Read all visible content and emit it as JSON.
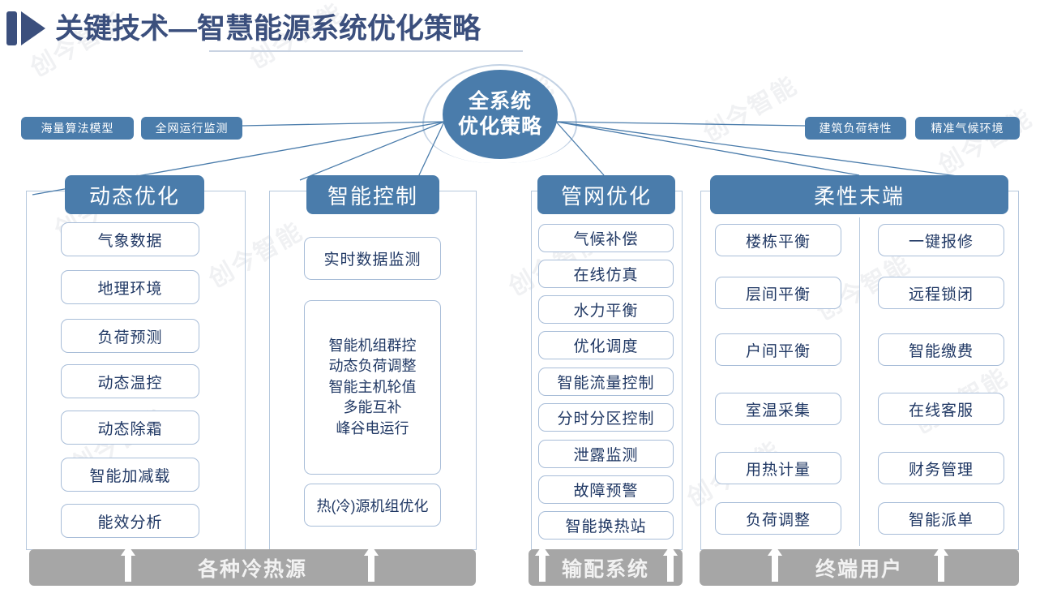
{
  "header": {
    "title": "关键技术—智慧能源系统优化策略",
    "icon": "play-bar-icon",
    "accent_color": "#3b4f7d"
  },
  "theme": {
    "blue": "#4a7cab",
    "navy_text": "#203864",
    "item_border": "#a8bdd8",
    "frame_border": "#b6c8dd",
    "bottom_bar": "#a6a6a6"
  },
  "watermark": {
    "text": "创今智能"
  },
  "hub": {
    "line1": "全系统",
    "line2": "优化策略"
  },
  "input_tags": [
    {
      "label": "海量算法模型"
    },
    {
      "label": "全网运行监测"
    },
    {
      "label": "建筑负荷特性"
    },
    {
      "label": "精准气候环境"
    }
  ],
  "columns": [
    {
      "title": "动态优化",
      "items": [
        {
          "label": "气象数据"
        },
        {
          "label": "地理环境"
        },
        {
          "label": "负荷预测"
        },
        {
          "label": "动态温控"
        },
        {
          "label": "动态除霜"
        },
        {
          "label": "智能加减载"
        },
        {
          "label": "能效分析"
        }
      ]
    },
    {
      "title": "智能控制",
      "items": [
        {
          "label": "实时数据监测"
        },
        {
          "label": "热(冷)源机组优化"
        }
      ],
      "multiline_box": {
        "lines": [
          "智能机组群控",
          "动态负荷调整",
          "智能主机轮值",
          "多能互补",
          "峰谷电运行"
        ]
      }
    },
    {
      "title": "管网优化",
      "items": [
        {
          "label": "气候补偿"
        },
        {
          "label": "在线仿真"
        },
        {
          "label": "水力平衡"
        },
        {
          "label": "优化调度"
        },
        {
          "label": "智能流量控制"
        },
        {
          "label": "分时分区控制"
        },
        {
          "label": "泄露监测"
        },
        {
          "label": "故障预警"
        },
        {
          "label": "智能换热站"
        }
      ]
    },
    {
      "title": "柔性末端",
      "left_items": [
        {
          "label": "楼栋平衡"
        },
        {
          "label": "层间平衡"
        },
        {
          "label": "户间平衡"
        },
        {
          "label": "室温采集"
        },
        {
          "label": "用热计量"
        },
        {
          "label": "负荷调整"
        }
      ],
      "right_items": [
        {
          "label": "一键报修"
        },
        {
          "label": "远程锁闭"
        },
        {
          "label": "智能缴费"
        },
        {
          "label": "在线客服"
        },
        {
          "label": "财务管理"
        },
        {
          "label": "智能派单"
        }
      ]
    }
  ],
  "bottom_bars": [
    {
      "label": "各种冷热源"
    },
    {
      "label": "输配系统"
    },
    {
      "label": "终端用户"
    }
  ]
}
